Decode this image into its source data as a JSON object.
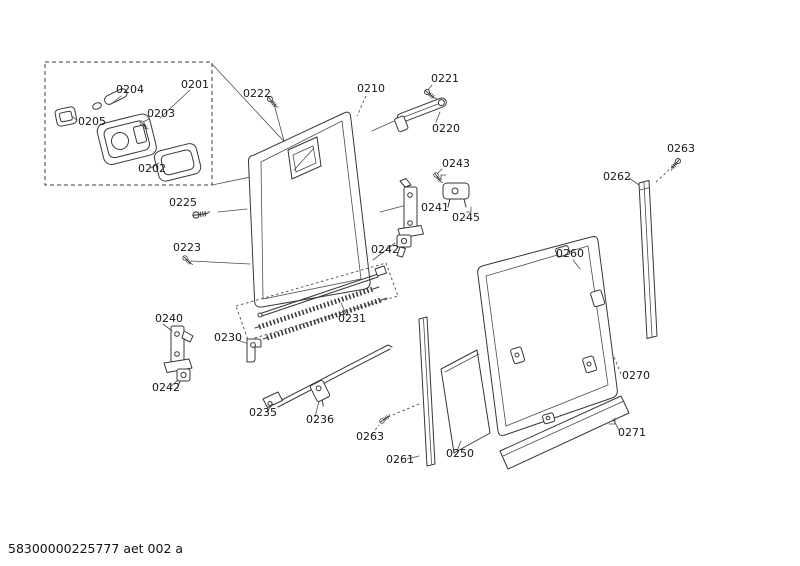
{
  "diagram": {
    "footer": "58300000225777 aet 002 a",
    "callouts": {
      "c0201": "0201",
      "c0202": "0202",
      "c0203": "0203",
      "c0204": "0204",
      "c0205": "0205",
      "c0210": "0210",
      "c0220": "0220",
      "c0221": "0221",
      "c0222": "0222",
      "c0223": "0223",
      "c0225": "0225",
      "c0230": "0230",
      "c0231": "0231",
      "c0235": "0235",
      "c0236": "0236",
      "c0240": "0240",
      "c0241": "0241",
      "c0242_left": "0242",
      "c0242_right": "0242",
      "c0243": "0243",
      "c0245": "0245",
      "c0250": "0250",
      "c0260": "0260",
      "c0261": "0261",
      "c0262": "0262",
      "c0263_top": "0263",
      "c0263_bottom": "0263",
      "c0270": "0270",
      "c0271": "0271"
    }
  },
  "colors": {
    "line": "#373737",
    "background": "#ffffff"
  }
}
